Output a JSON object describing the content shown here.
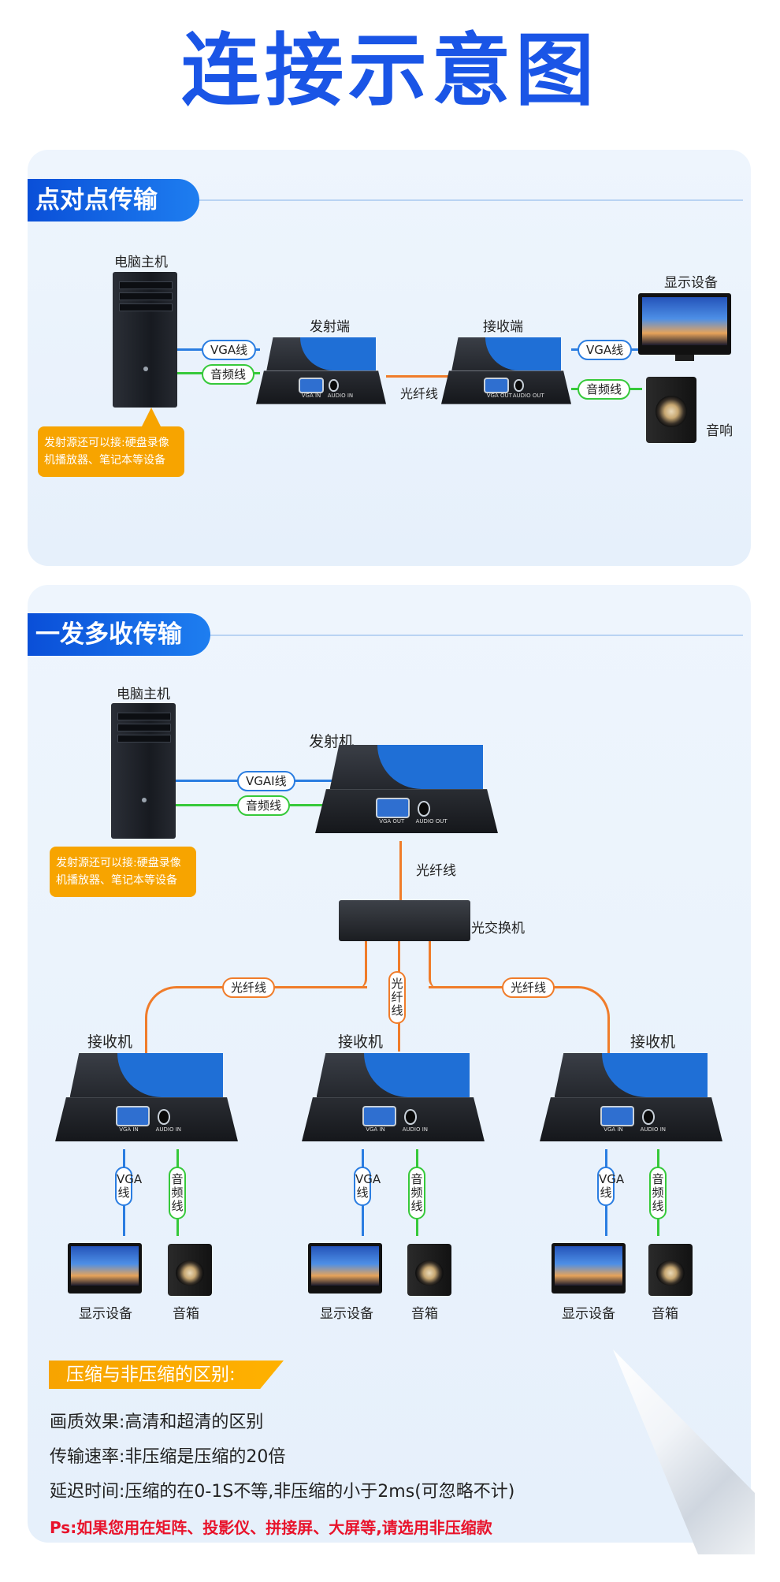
{
  "title": "连接示意图",
  "section1": {
    "tab": "点对点传输",
    "pc_label": "电脑主机",
    "sender_label": "发射端",
    "receiver_label": "接收端",
    "display_label": "显示设备",
    "speaker_label": "音响",
    "vga_cable": "VGA线",
    "audio_cable": "音频线",
    "fiber_cable": "光纤线",
    "note": "发射源还可以接:硬盘录像机播放器、笔记本等设备",
    "port_vga_in": "VGA IN",
    "port_audio_in": "AUDIO IN",
    "port_vga_out": "VGA OUT",
    "port_audio_out": "AUDIO OUT"
  },
  "section2": {
    "tab": "一发多收传输",
    "pc_label": "电脑主机",
    "transmitter_label": "发射机",
    "vga_cable": "VGAI线",
    "audio_cable": "音频线",
    "note": "发射源还可以接:硬盘录像机播放器、笔记本等设备",
    "fiber_cable": "光纤线",
    "switch_label": "光交换机",
    "receiver_label": "接收机",
    "display_label": "显示设备",
    "speaker_label": "音箱",
    "vert_vga": "VGA线",
    "vert_audio": "音频线",
    "vert_fiber": "光纤线",
    "port_vga_out": "VGA OUT",
    "port_audio_out": "AUDIO OUT",
    "port_vga_in": "VGA IN",
    "port_audio_in": "AUDIO IN"
  },
  "compress": {
    "tag": "压缩与非压缩的区别:",
    "line1": "画质效果:高清和超清的区别",
    "line2": "传输速率:非压缩是压缩的20倍",
    "line3": "延迟时间:压缩的在0-1S不等,非压缩的小于2ms(可忽略不计)",
    "ps": "Ps:如果您用在矩阵、投影仪、拼接屏、大屏等,请选用非压缩款"
  }
}
